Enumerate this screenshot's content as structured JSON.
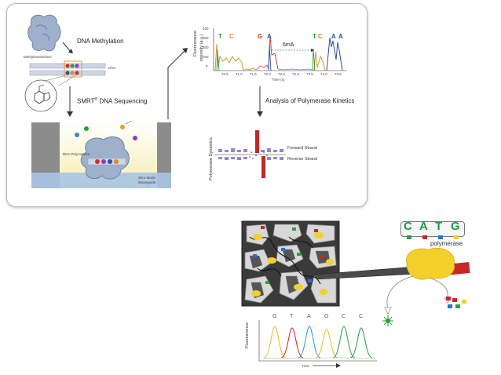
{
  "top": {
    "methyltransferase_label": "Methyltransferase",
    "methylation_label": "DNA Methylation",
    "dna_label": "DNA",
    "smrt_label_pre": "SMRT",
    "smrt_label_sup": "®",
    "smrt_label_post": " DNA Sequencing",
    "polymerase_label": "DNA Polymerase",
    "zmw_label_1": "Zero-Mode",
    "zmw_label_2": "Waveguide",
    "kinetics_label": "Analysis of Polymerase Kinetics",
    "trace": {
      "ylabel_1": "Fluorescence",
      "ylabel_2": "intensity (a.u.)",
      "xlabel": "Time (s)",
      "yticks": [
        "400",
        "300",
        "200",
        "100",
        "0"
      ],
      "xticks": [
        "70.5",
        "71.0",
        "71.5",
        "72.0",
        "72.5",
        "73.0",
        "73.5",
        "74.0",
        "74.5"
      ],
      "bases": [
        {
          "text": "T",
          "color": "#2e9e3e"
        },
        {
          "text": "C",
          "color": "#e08a1e"
        },
        {
          "text": "G",
          "color": "#d42a2a"
        },
        {
          "text": "A",
          "color": "#2d4f9e"
        },
        {
          "text": "T",
          "color": "#2e9e3e"
        },
        {
          "text": "C",
          "color": "#e08a1e"
        },
        {
          "text": "A",
          "color": "#2d4f9e"
        },
        {
          "text": "A",
          "color": "#2d4f9e"
        }
      ],
      "methyl_label": "6mA"
    },
    "dynamics": {
      "ylabel": "Polymerase Dynamics",
      "forward_label": "Forward Strand",
      "reverse_label": "Reverse Strand"
    }
  },
  "bottom": {
    "bases": [
      {
        "text": "C",
        "color": "#1e9a3a"
      },
      {
        "text": "A",
        "color": "#1e9a3a"
      },
      {
        "text": "T",
        "color": "#1e9a3a"
      },
      {
        "text": "G",
        "color": "#1e9a3a"
      }
    ],
    "polymerase_label": "polymerase",
    "chromatogram": {
      "bases": [
        "G",
        "T",
        "A",
        "G",
        "C",
        "C"
      ],
      "ylabel": "Fluorescence",
      "xlabel": "Time"
    }
  },
  "colors": {
    "green": "#2e9e3e",
    "red": "#c62828",
    "blue": "#2a6fd6",
    "yellow": "#f3d02a",
    "protein": "#8fa6c8"
  }
}
